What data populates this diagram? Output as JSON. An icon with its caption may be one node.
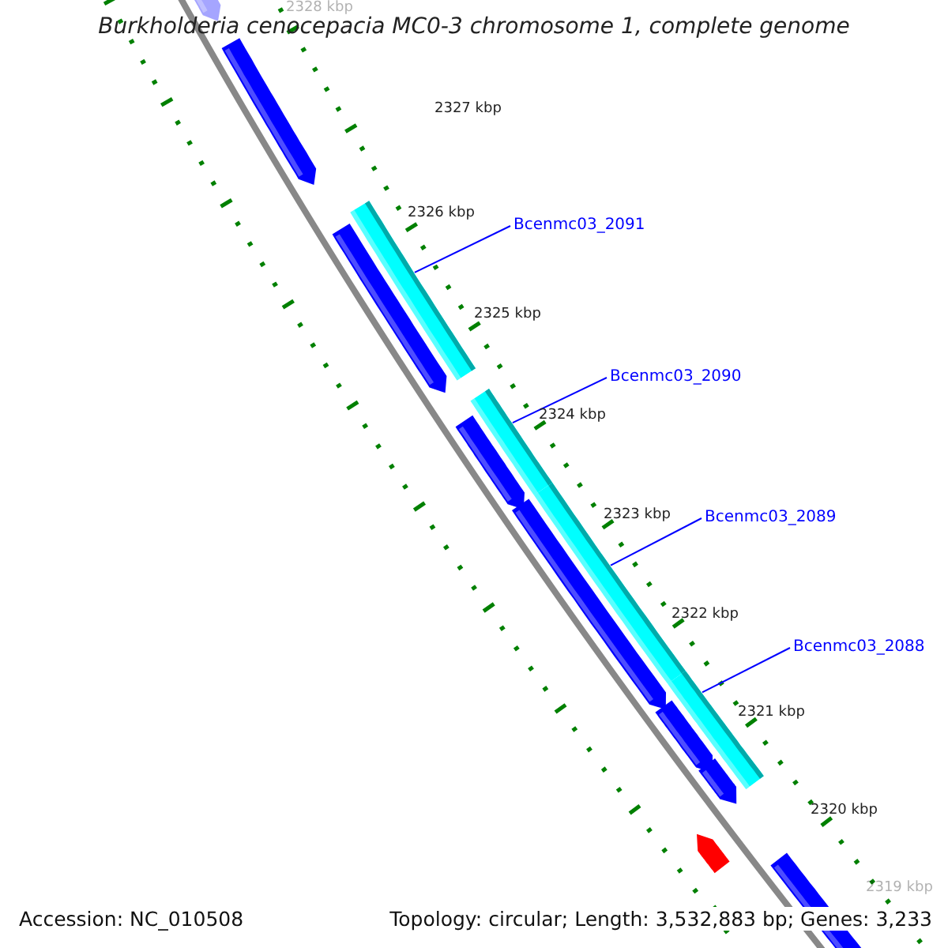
{
  "diagram": {
    "title": "Burkholderia cenocepacia MC0-3 chromosome 1, complete genome",
    "nodes": [
      {
        "text": [
          "Bcenmc03_2091"
        ]
      },
      {
        "text": [],
        "shape": "bar"
      },
      {
        "text": [
          "Bcenmc03_2090"
        ]
      },
      {
        "text": [],
        "shape": "bar"
      },
      {
        "text": [
          "Bcenmc03_2089"
        ]
      },
      {
        "text": [],
        "shape": "bar"
      },
      {
        "text": [
          "Bcenmc03_2088"
        ]
      },
      {
        "text": [],
        "shape": "bar"
      }
    ],
    "edges": [
      {
        "from": 0,
        "to": 1,
        "arrow": "none"
      },
      {
        "from": 2,
        "to": 3,
        "arrow": "none"
      },
      {
        "from": 4,
        "to": 5,
        "arrow": "none"
      },
      {
        "from": 6,
        "to": 7,
        "arrow": "none"
      }
    ],
    "labels": [
      "2328 kbp",
      "2327 kbp",
      "2326 kbp",
      "2325 kbp",
      "2324 kbp",
      "2323 kbp",
      "2322 kbp",
      "2321 kbp",
      "2320 kbp",
      "2319 kbp",
      "Accession: NC_010508",
      "Topology: circular; Length: 3,532,883 bp; Genes: 3,233"
    ]
  }
}
